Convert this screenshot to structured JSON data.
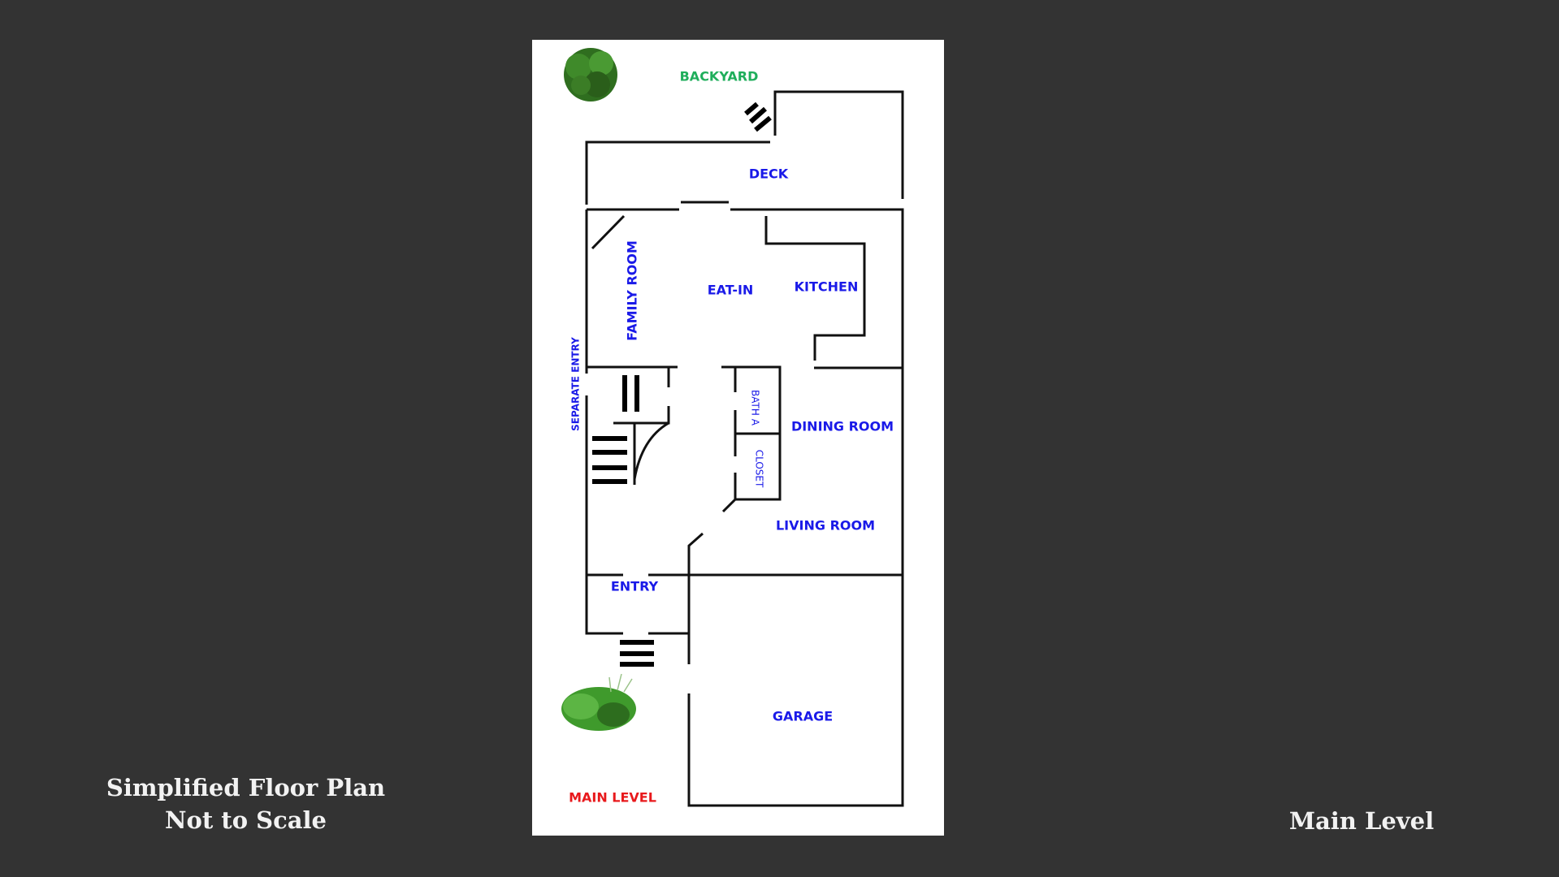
{
  "caption": {
    "line1": "Simplified Floor Plan",
    "line2": "Not to Scale",
    "right": "Main Level"
  },
  "plan": {
    "backyard": "BACKYARD",
    "deck": "DECK",
    "family_room": "FAMILY ROOM",
    "eat_in": "EAT-IN",
    "kitchen": "KITCHEN",
    "separate_entry": "SEPARATE ENTRY",
    "bath_a": "BATH A",
    "closet": "CLOSET",
    "dining_room": "DINING ROOM",
    "living_room": "LIVING ROOM",
    "entry": "ENTRY",
    "garage": "GARAGE",
    "main_level": "MAIN LEVEL"
  },
  "colors": {
    "room_label": "#1a1ae8",
    "backyard_label": "#1fae5b",
    "level_label": "#e8191c",
    "background": "#333333"
  }
}
